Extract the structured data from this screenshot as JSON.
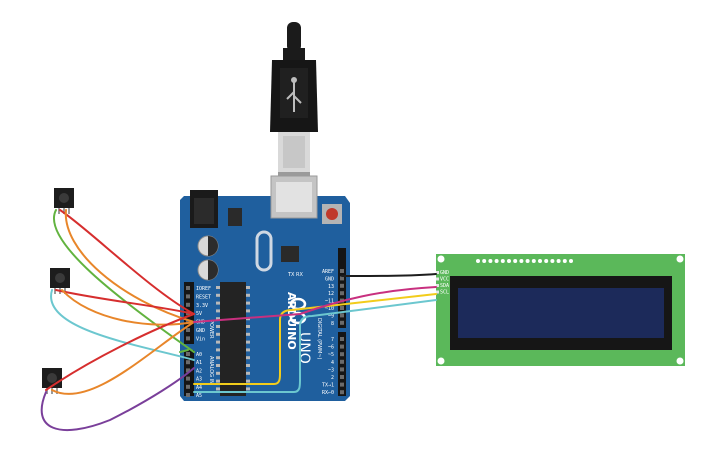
{
  "arduino": {
    "brand": "ARDUINO",
    "model": "UNO",
    "power_header_label": "POWER",
    "analog_header_label": "ANALOG IN",
    "digital_header_label": "DIGITAL (PWM~)",
    "tx_label": "TX",
    "rx_label": "RX",
    "power_pins": [
      "IOREF",
      "RESET",
      "3.3V",
      "5V",
      "GND",
      "GND",
      "Vin"
    ],
    "analog_pins": [
      "A0",
      "A1",
      "A2",
      "A3",
      "A4",
      "A5"
    ],
    "top_pins": [
      "AREF",
      "GND",
      "13",
      "12",
      "~11",
      "~10",
      "~9",
      "8"
    ],
    "bottom_pins": [
      "7",
      "~6",
      "~5",
      "4",
      "~3",
      "2",
      "TX→1",
      "RX←0"
    ]
  },
  "lcd": {
    "pin_labels": [
      "GND",
      "VCC",
      "SDA",
      "SCL"
    ]
  },
  "colors": {
    "board": "#1f5f9e",
    "board_dark": "#174b7e",
    "lcd_pcb": "#5bb85a",
    "lcd_screen": "#1c2a5a",
    "wire_red": "#d62e2e",
    "wire_orange": "#e8862a",
    "wire_green": "#62b33f",
    "wire_cyan": "#6cc7cf",
    "wire_purple": "#7a3f9a",
    "wire_yellow": "#f2cc1b",
    "wire_black": "#1d1d1d",
    "wire_magenta": "#c8307f"
  },
  "icons": [
    "usb-cable-icon",
    "ir-sensor-icon",
    "reset-button-icon"
  ]
}
